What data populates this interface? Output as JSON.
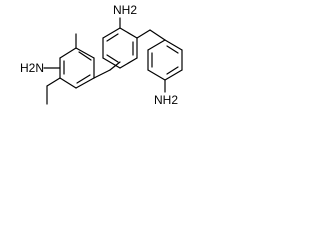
{
  "structure": {
    "atom_labels": {
      "amine_top": "NH2",
      "amine_left": "H2N",
      "amine_right": "NH2"
    }
  },
  "colors": {
    "bond": "#000000",
    "background": "#ffffff"
  }
}
